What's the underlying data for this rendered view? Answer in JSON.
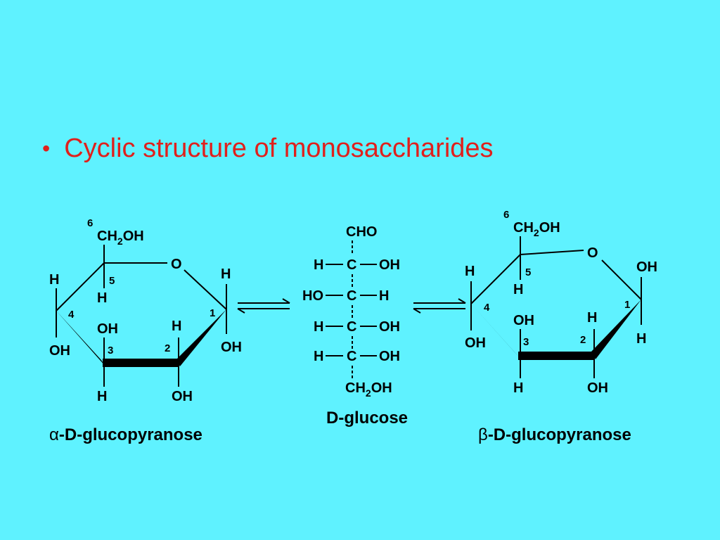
{
  "slide": {
    "bullet": "•",
    "title": "Cyclic structure of monosaccharides"
  },
  "alpha": {
    "ch2oh_sup": "6",
    "ch2": "CH",
    "ch2_sub": "2",
    "oh": "OH",
    "ring_o": "O",
    "c5_num": "5",
    "c5_h": "H",
    "c4_h": "H",
    "c4_num": "4",
    "c4_oh": "OH",
    "c3_oh": "OH",
    "c3_num": "3",
    "c3_h": "H",
    "c2_h": "H",
    "c2_num": "2",
    "c2_oh": "OH",
    "c1_h": "H",
    "c1_num": "1",
    "c1_oh": "OH",
    "name_greek": "α",
    "name": "-D-glucopyranose"
  },
  "glucose": {
    "cho": "CHO",
    "rows": [
      {
        "left": "H",
        "center": "C",
        "right": "OH"
      },
      {
        "left": "HO",
        "center": "C",
        "right": "H"
      },
      {
        "left": "H",
        "center": "C",
        "right": "OH"
      },
      {
        "left": "H",
        "center": "C",
        "right": "OH"
      }
    ],
    "bottom": "CH",
    "bottom_sub": "2",
    "bottom_oh": "OH",
    "name": "D-glucose"
  },
  "beta": {
    "ch2oh_sup": "6",
    "ch2": "CH",
    "ch2_sub": "2",
    "oh": "OH",
    "ring_o": "O",
    "c5_num": "5",
    "c5_h": "H",
    "c4_h": "H",
    "c4_num": "4",
    "c4_oh": "OH",
    "c3_oh": "OH",
    "c3_num": "3",
    "c3_h": "H",
    "c2_h": "H",
    "c2_num": "2",
    "c2_oh": "OH",
    "c1_oh": "OH",
    "c1_num": "1",
    "c1_h": "H",
    "name_greek": "β",
    "name": "-D-glucopyranose"
  }
}
